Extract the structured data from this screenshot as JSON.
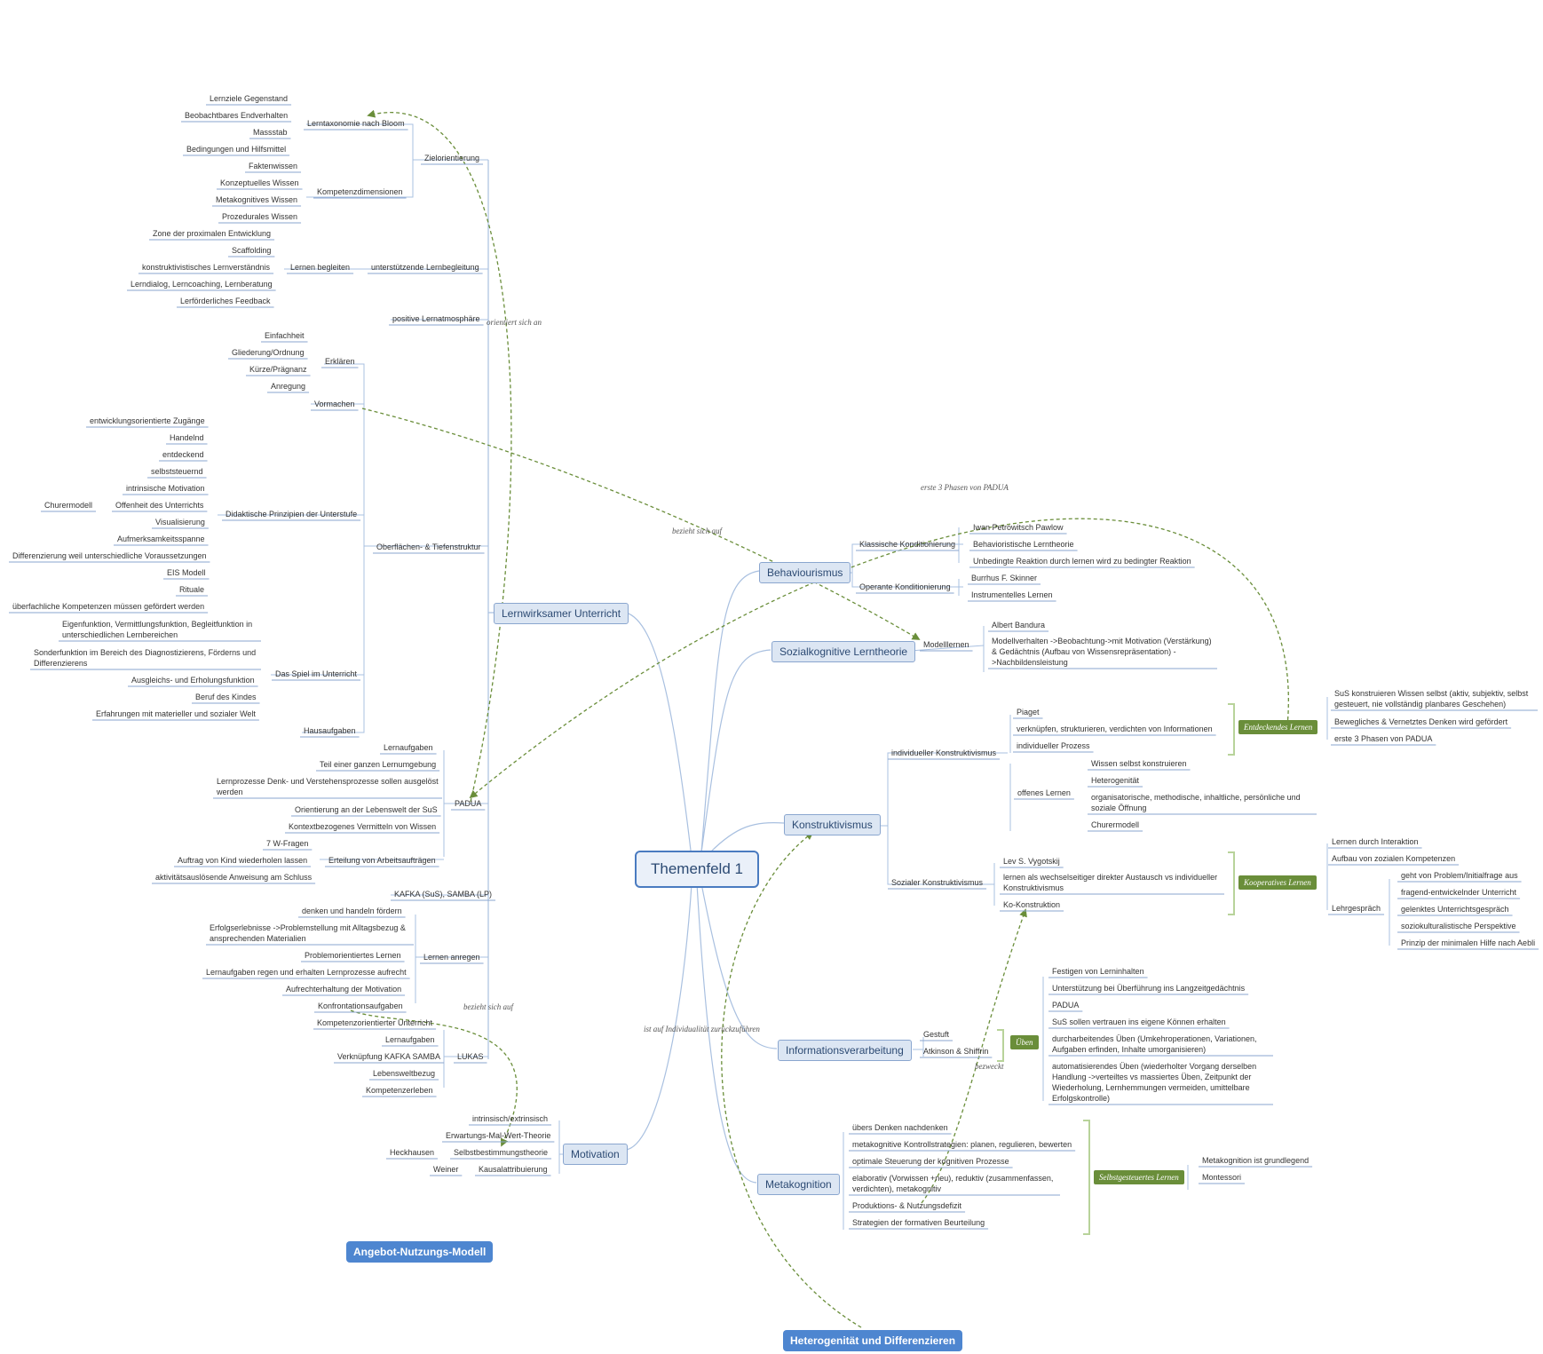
{
  "central": "Themenfeld 1",
  "floating": [
    "Angebot-Nutzungs-Modell",
    "Heterogenität und Differenzieren"
  ],
  "topics": {
    "lernwirksam": "Lernwirksamer Unterricht",
    "motivation": "Motivation",
    "behaviour": "Behaviourismus",
    "sozial": "Sozialkognitive Lerntheorie",
    "konstrukt": "Konstruktivismus",
    "info": "Informationsverarbeitung",
    "meta": "Metakognition"
  },
  "left": {
    "lerntax": "Lerntaxonomie nach Bloom",
    "lerntax_items": [
      "Lernziele Gegenstand",
      "Beobachtbares Endverhalten",
      "Massstab",
      "Bedingungen und Hilfsmittel"
    ],
    "zielorientierung": "Zielorientierung",
    "kompetenz": "Kompetenzdimensionen",
    "kompetenz_items": [
      "Faktenwissen",
      "Konzeptuelles Wissen",
      "Metakognitives Wissen",
      "Prozedurales Wissen"
    ],
    "lernen_begleiten": "Lernen begleiten",
    "begleiten_items": [
      "Zone der proximalen Entwicklung",
      "Scaffolding",
      "konstruktivistisches Lernverständnis",
      "Lerndialog, Lerncoaching, Lernberatung",
      "Lerförderliches Feedback"
    ],
    "unterstuetzend": "unterstützende Lernbegleitung",
    "positive": "positive Lernatmosphäre",
    "erklaeren": "Erklären",
    "erklaeren_items": [
      "Einfachheit",
      "Gliederung/Ordnung",
      "Kürze/Prägnanz",
      "Anregung"
    ],
    "vormachen": "Vormachen",
    "didaktisch": "Didaktische Prinzipien der Unterstufe",
    "didaktisch_items": [
      "entwicklungsorientierte Zugänge",
      "Handelnd",
      "entdeckend",
      "selbststeuernd",
      "intrinsische Motivation",
      "Offenheit des Unterrichts",
      "Visualisierung",
      "Aufmerksamkeitsspanne",
      "Differenzierung weil unterschiedliche Voraussetzungen",
      "EIS Modell",
      "Rituale",
      "überfachliche Kompetenzen müssen gefördert werden"
    ],
    "churer": "Churermodell",
    "oberflaechen": "Oberflächen- & Tiefenstruktur",
    "spiel": "Das Spiel im Unterricht",
    "spiel_items": [
      "Eigenfunktion, Vermittlungsfunktion, Begleitfunktion in unterschiedlichen Lernbereichen",
      "Sonderfunktion im Bereich des Diagnostizierens, Förderns und Differenzierens",
      "Ausgleichs- und Erholungsfunktion",
      "Beruf des Kindes",
      "Erfahrungen mit materieller und sozialer Welt"
    ],
    "hausaufgaben": "Hausaufgaben",
    "padua": "PADUA",
    "padua_items": [
      "Lernaufgaben",
      "Teil einer ganzen Lernumgebung",
      "Lernprozesse Denk- und Verstehensprozesse sollen ausgelöst werden",
      "Orientierung an der Lebenswelt der SuS",
      "Kontextbezogenes Vermitteln von Wissen"
    ],
    "arbeitsauftraege": "Erteilung von Arbeitsaufträgen",
    "auftrag_items": [
      "7 W-Fragen",
      "Auftrag von Kind wiederholen lassen",
      "aktivitätsauslösende Anweisung am Schluss"
    ],
    "kafka": "KAFKA (SuS), SAMBA (LP)",
    "lernen_anregen": "Lernen anregen",
    "anregen_items": [
      "denken und handeln fördern",
      "Erfolgserlebnisse ->Problemstellung mit Alltagsbezug & ansprechenden Materialien",
      "Problemorientiertes Lernen",
      "Lernaufgaben regen und erhalten Lernprozesse aufrecht",
      "Aufrechterhaltung der Motivation",
      "Konfrontationsaufgaben"
    ],
    "kompetenzorientiert": "Kompetenzorientierter Unterricht",
    "lukas": "LUKAS",
    "lukas_items": [
      "Lernaufgaben",
      "Verknüpfung KAFKA SAMBA",
      "Lebensweltbezug",
      "Kompetenzerleben"
    ]
  },
  "motivation": {
    "items": [
      "intrinsisch/extrinsisch",
      "Erwartungs-Mal-Wert-Theorie",
      "Selbstbestimmungstheorie",
      "Kausalattribuierung"
    ],
    "heckhausen": "Heckhausen",
    "weiner": "Weiner"
  },
  "behaviour": {
    "klassisch": "Klassische Konditionierung",
    "klassisch_items": [
      "Iwan Petrowitsch Pawlow",
      "Behavioristische Lerntheorie",
      "Unbedingte Reaktion durch lernen wird zu bedingter Reaktion"
    ],
    "operant": "Operante Konditionierung",
    "operant_items": [
      "Burrhus F. Skinner",
      "Instrumentelles Lernen"
    ]
  },
  "sozial": {
    "modell": "Modelllernen",
    "items": [
      "Albert Bandura",
      "Modellverhalten ->Beobachtung->mit Motivation (Verstärkung) & Gedächtnis (Aufbau von Wissensrepräsentation) ->Nachbildensleistung"
    ]
  },
  "konstrukt": {
    "individuell": "individueller Konstruktivismus",
    "ind_items": [
      "Piaget",
      "verknüpfen, strukturieren, verdichten von Informationen",
      "individueller Prozess"
    ],
    "offen": "offenes Lernen",
    "offen_items": [
      "Wissen selbst konstruieren",
      "Heterogenität",
      "organisatorische, methodische, inhaltliche, persönliche und soziale Öffnung",
      "Churermodell"
    ],
    "entdeckend": "Entdeckendes Lernen",
    "entdeckend_items": [
      "SuS konstruieren Wissen selbst (aktiv, subjektiv, selbst gesteuert, nie vollständig planbares Geschehen)",
      "Bewegliches & Vernetztes Denken wird gefördert",
      "erste 3 Phasen von PADUA"
    ],
    "sozialer": "Sozialer Konstruktivismus",
    "soz_items": [
      "Lev S. Vygotskij",
      "lernen als wechselseitiger direkter Austausch vs individueller Konstruktivismus",
      "Ko-Konstruktion"
    ],
    "kooperativ": "Kooperatives Lernen",
    "koop_items": [
      "Lernen durch Interaktion",
      "Aufbau von zozialen Kompetenzen"
    ],
    "lehrgespraech": "Lehrgespräch",
    "lehr_items": [
      "geht von Problem/Initialfrage aus",
      "fragend-entwickelnder Unterricht",
      "gelenktes Unterrichtsgespräch",
      "soziokulturalistische Perspektive",
      "Prinzip der minimalen Hilfe nach Aebli"
    ]
  },
  "info": {
    "gestuft": "Gestuft",
    "atkinson": "Atkinson & Shiffrin",
    "ueben": "Üben",
    "ueben_items": [
      "Festigen von Lerninhalten",
      "Unterstützung bei Überführung ins Langzeitgedächtnis",
      "PADUA",
      "SuS sollen vertrauen ins eigene Können erhalten",
      "durcharbeitendes Üben (Umkehroperationen, Variationen, Aufgaben erfinden, Inhalte umorganisieren)",
      "automatisierendes Üben (wiederholter Vorgang derselben Handlung ->verteiltes vs massiertes Üben, Zeitpunkt der Wiederholung, Lernhemmungen vermeiden, umittelbare Erfolgskontrolle)"
    ]
  },
  "meta": {
    "items": [
      "übers Denken nachdenken",
      "metakognitive Kontrollstrategien: planen, regulieren, bewerten",
      "optimale Steuerung der kognitiven Prozesse",
      "elaborativ (Vorwissen +neu), reduktiv (zusammenfassen, verdichten), metakognitiv",
      "Produktions- & Nutzungsdefizit",
      "Strategien der formativen Beurteilung"
    ],
    "selbst": "Selbstgesteuertes Lernen",
    "selbst_items": [
      "Metakognition ist grundlegend",
      "Montessori"
    ]
  },
  "relations": [
    "orientiert sich an",
    "bezieht sich auf",
    "erste 3 Phasen von PADUA",
    "bezieht sich auf",
    "ist auf Individualität zurückzuführen",
    "bezweckt"
  ]
}
